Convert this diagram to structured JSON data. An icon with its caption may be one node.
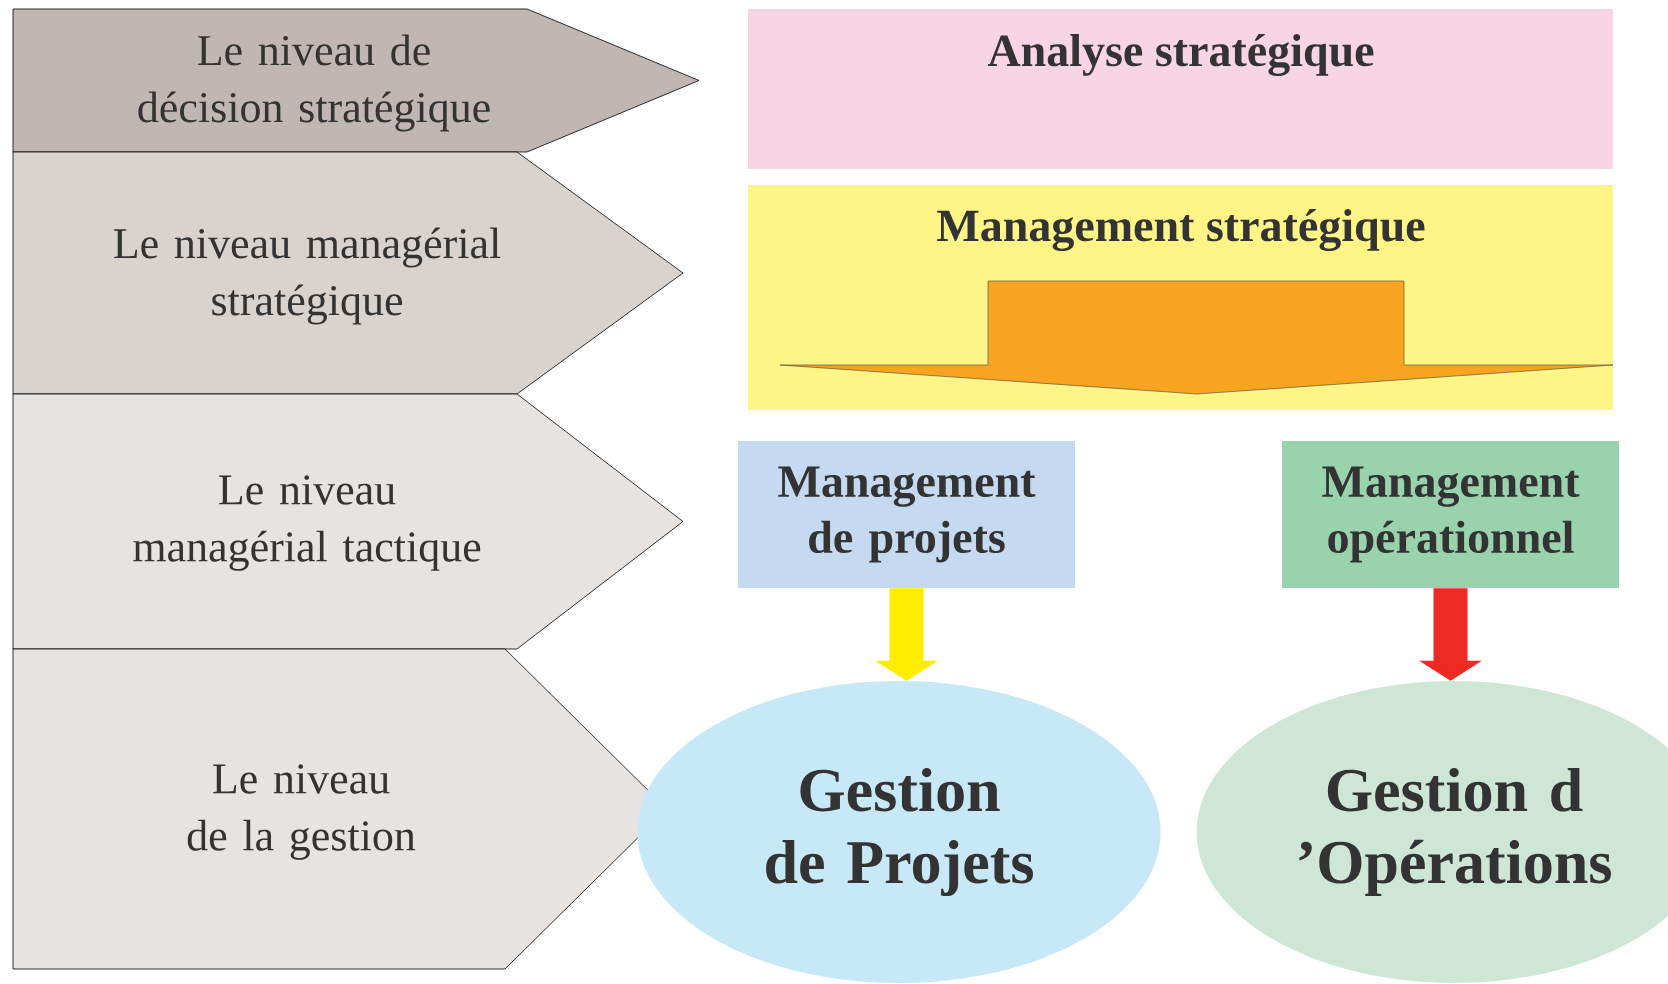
{
  "diagram": {
    "nodes": [
      {
        "text": [
          "Le niveau de décision stratégique"
        ]
      },
      {
        "text": [
          "Le niveau managérial stratégique"
        ]
      },
      {
        "text": [
          "Le niveau managérial tactique"
        ]
      },
      {
        "text": [
          "Le niveau de la gestion"
        ]
      },
      {
        "text": [
          "Analyse stratégique"
        ]
      },
      {
        "text": [
          "Management stratégique"
        ]
      },
      {
        "text": [
          "Management de projets"
        ]
      },
      {
        "text": [
          "Management opérationnel"
        ]
      },
      {
        "text": [
          "Gestion de Projets"
        ]
      },
      {
        "text": [
          "Gestion d ’Opérations"
        ]
      }
    ],
    "edges": [
      {
        "from": 6,
        "to": 8,
        "arrow": "to",
        "color": "#ffec00"
      },
      {
        "from": 7,
        "to": 9,
        "arrow": "to",
        "color": "#ee2a24"
      }
    ]
  }
}
